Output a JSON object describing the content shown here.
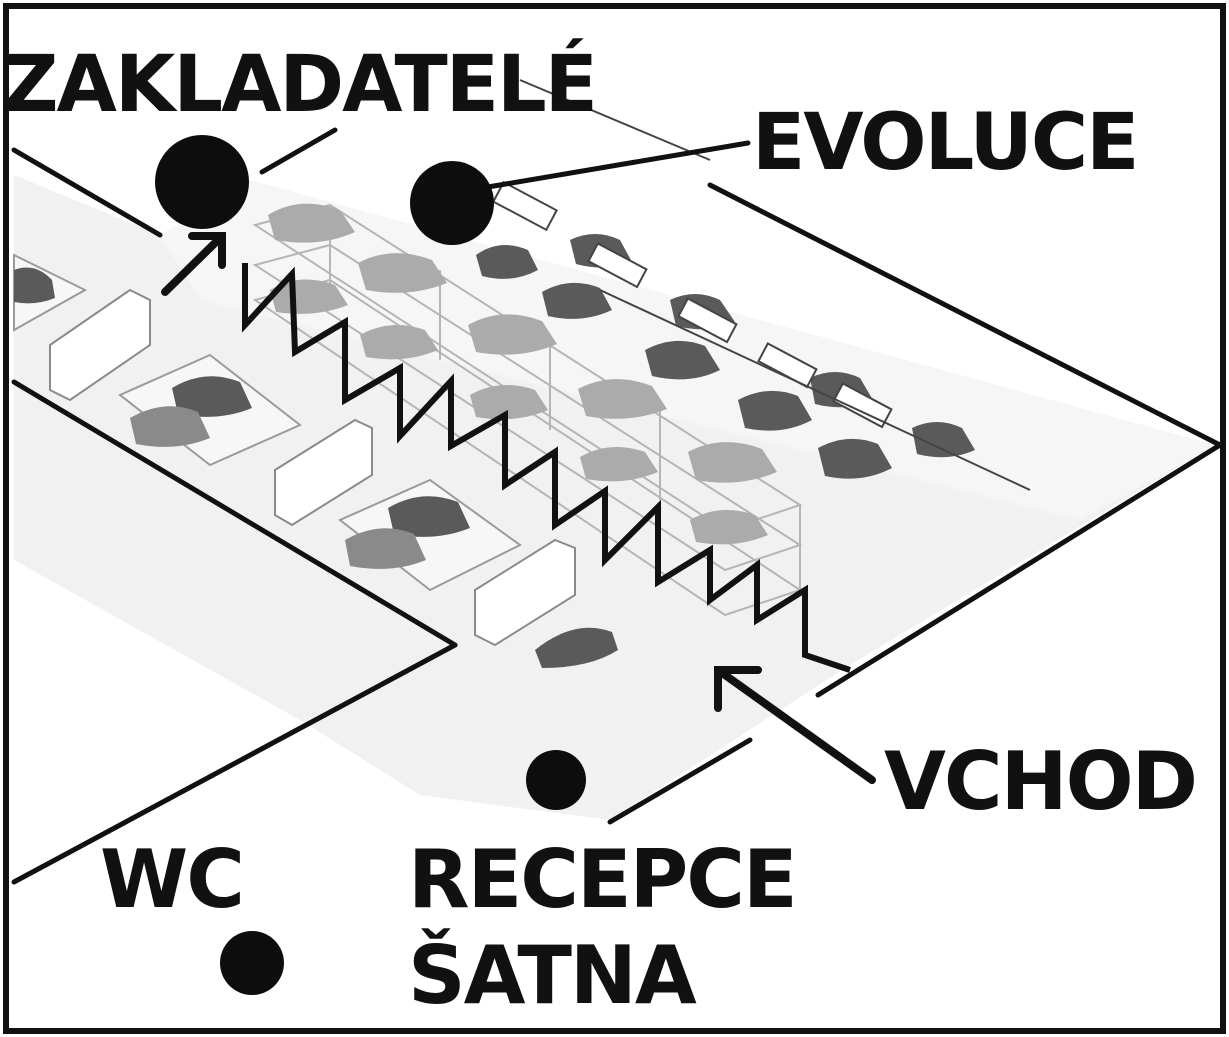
{
  "map": {
    "labels": {
      "zakladatele": "ZAKLADATELÉ",
      "evoluce": "EVOLUCE",
      "vchod": "VCHOD",
      "wc": "WC",
      "recepce": "RECEPCE",
      "satna": "ŠATNA"
    },
    "colors": {
      "ink": "#111111",
      "floor": "#efefef",
      "car": "#5a5a5a",
      "car_faded": "#a9a9a9",
      "structure": "#9a9a9a"
    }
  }
}
